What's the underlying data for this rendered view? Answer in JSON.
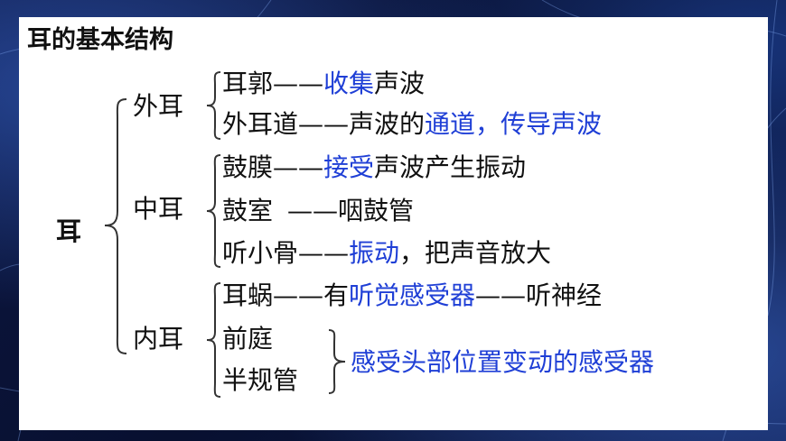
{
  "title": "耳的基本结构",
  "root": "耳",
  "outer": {
    "label": "外耳",
    "auricle": {
      "name": "耳郭",
      "dash": "——",
      "hl": "收集",
      "rest": "声波"
    },
    "canal": {
      "name": "外耳道",
      "dash": "——",
      "pre": "声波的",
      "hl": "通道，传导声波"
    }
  },
  "middle": {
    "label": "中耳",
    "eardrum": {
      "name": "鼓膜",
      "dash": "——",
      "hl": "接受",
      "rest": "声波产生振动"
    },
    "cavity": {
      "name": "鼓室",
      "dash": "——",
      "rest": "咽鼓管"
    },
    "ossicles": {
      "name": "听小骨",
      "dash": "——",
      "hl": "振动",
      "rest": "，把声音放大"
    }
  },
  "inner": {
    "label": "内耳",
    "cochlea": {
      "name": "耳蜗",
      "dash": "——",
      "pre": "有",
      "hl": "听觉感受器",
      "dash2": "——",
      "rest": "听神经"
    },
    "vestibule": {
      "name": "前庭"
    },
    "canals": {
      "name": "半规管"
    },
    "group_note": "感受头部位置变动的感受器"
  },
  "colors": {
    "highlight": "#1f3fd6",
    "text": "#111111",
    "background": "#0a1232",
    "panel": "#ffffff"
  }
}
